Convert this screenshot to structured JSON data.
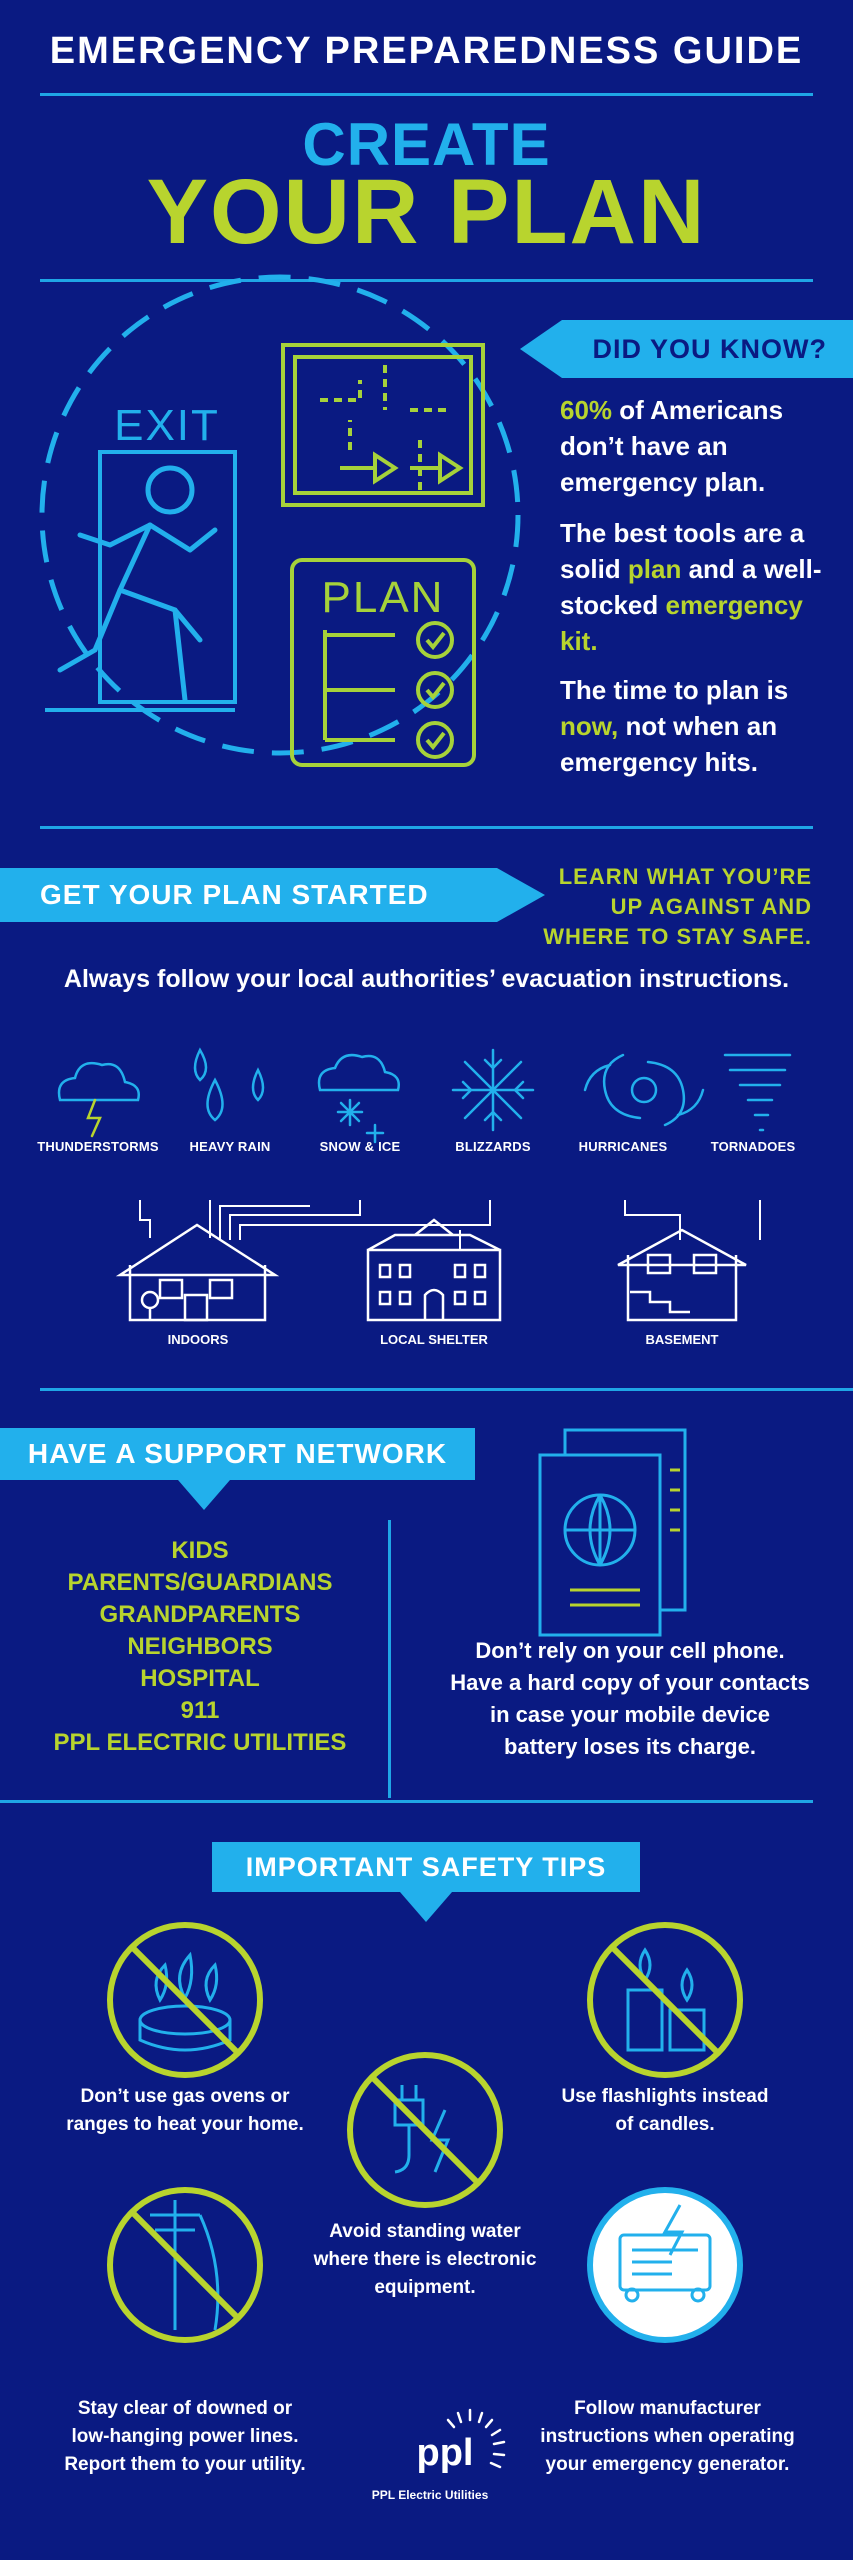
{
  "header": {
    "guide_title": "EMERGENCY PREPAREDNESS GUIDE",
    "create": "CREATE",
    "your_plan": "YOUR PLAN"
  },
  "did_you_know": {
    "banner": "DID YOU KNOW?",
    "fact1_highlight": "60%",
    "fact1_rest": " of Americans don’t have an emergency plan.",
    "fact2_pre": "The best tools are a solid ",
    "fact2_plan": "plan",
    "fact2_mid": " and a well-stocked ",
    "fact2_kit": "emergency kit.",
    "fact3_pre": "The time to plan is ",
    "fact3_now": "now,",
    "fact3_rest": " not when an emergency hits.",
    "illus_exit": "EXIT",
    "illus_plan": "PLAN"
  },
  "plan_started": {
    "banner": "GET YOUR PLAN STARTED",
    "learn_line1": "LEARN WHAT YOU’RE",
    "learn_line2": "UP AGAINST AND",
    "learn_line3": "WHERE TO STAY SAFE.",
    "instruction": "Always follow your local authorities’ evacuation instructions.",
    "hazards": [
      "THUNDERSTORMS",
      "HEAVY RAIN",
      "SNOW & ICE",
      "BLIZZARDS",
      "HURRICANES",
      "TORNADOES"
    ],
    "locations": [
      "INDOORS",
      "LOCAL SHELTER",
      "BASEMENT"
    ]
  },
  "support": {
    "banner": "HAVE A SUPPORT NETWORK",
    "items": [
      "KIDS",
      "PARENTS/GUARDIANS",
      "GRANDPARENTS",
      "NEIGHBORS",
      "HOSPITAL",
      "911",
      "PPL ELECTRIC UTILITIES"
    ],
    "note_line1": "Don’t rely on your cell phone.",
    "note_line2": "Have a hard copy of your contacts",
    "note_line3": "in case your mobile device",
    "note_line4": "battery loses its charge."
  },
  "safety": {
    "banner": "IMPORTANT SAFETY TIPS",
    "tip1": "Don’t use gas ovens or ranges to heat your home.",
    "tip2": "Avoid standing water where there is electronic equipment.",
    "tip3": "Use flashlights instead of candles.",
    "tip4": "Stay clear of downed or low-hanging power lines. Report them to your utility.",
    "tip5": "Follow manufacturer instructions when operating your emergency generator."
  },
  "footer": {
    "logo_text": "ppl",
    "logo_caption": "PPL Electric Utilities"
  },
  "colors": {
    "background": "#0a1a82",
    "accent_blue": "#22b0ec",
    "accent_lime": "#b8d42e"
  }
}
